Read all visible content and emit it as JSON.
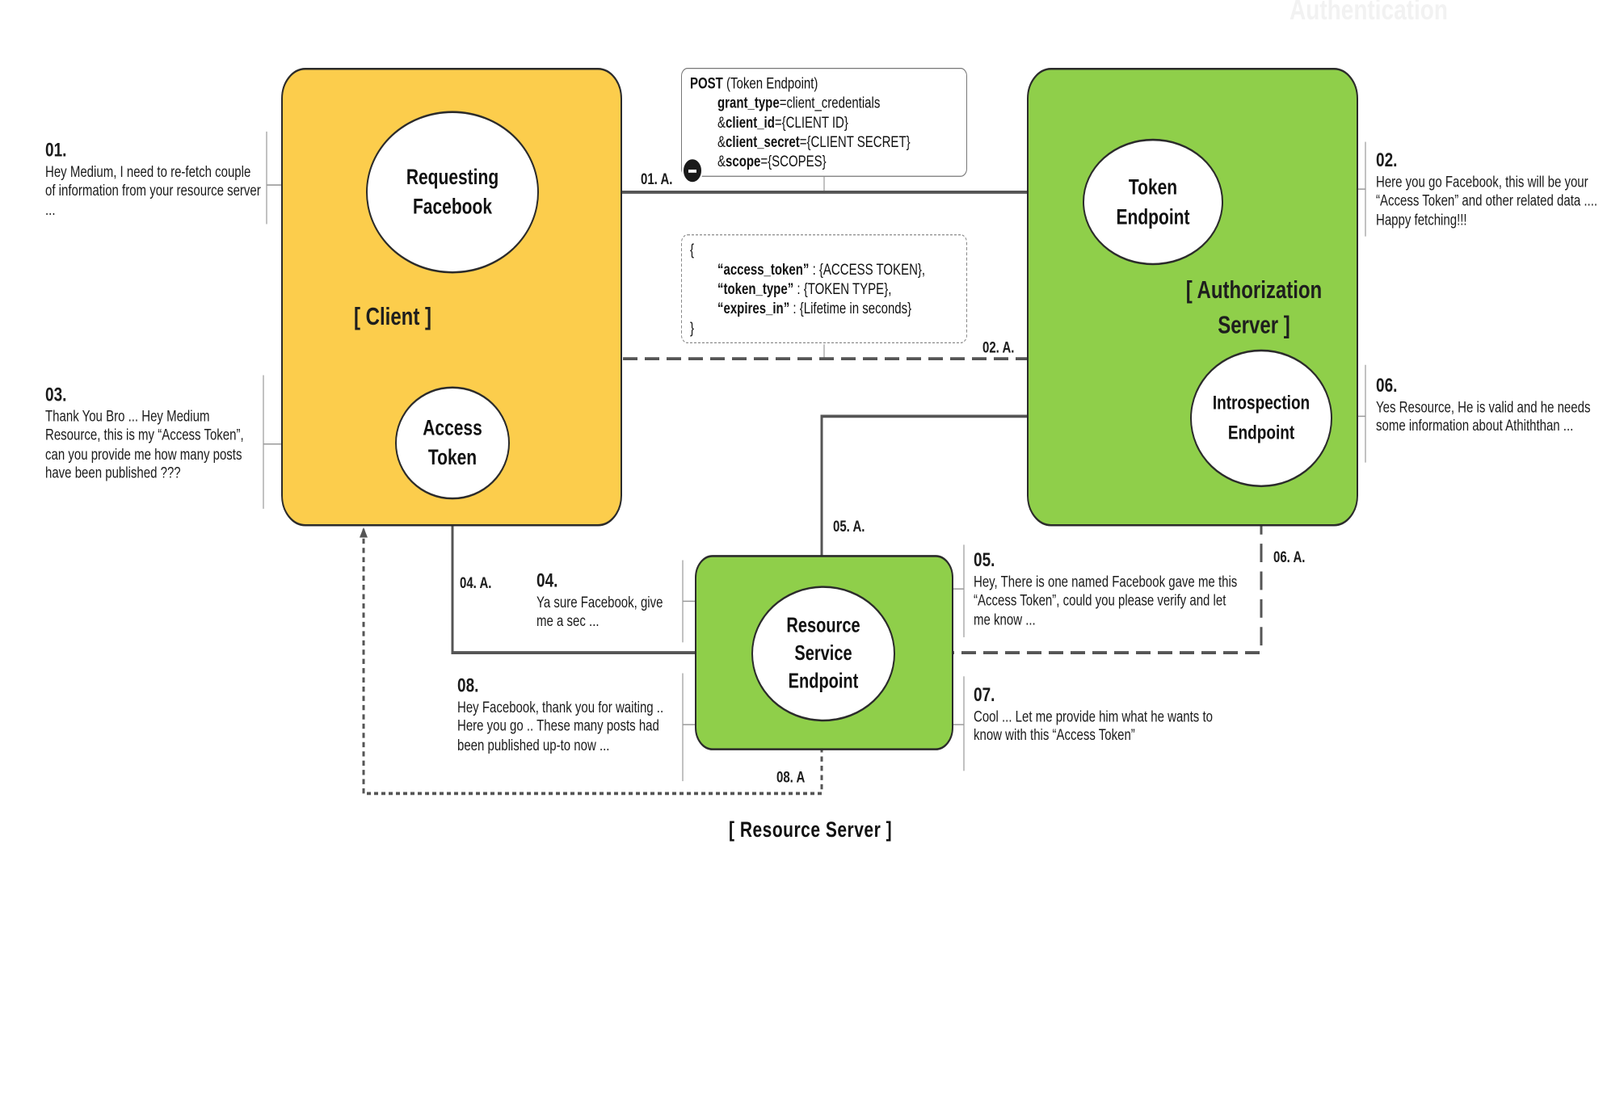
{
  "header": {
    "faded_title": "Authentication"
  },
  "client": {
    "label": "[ Client ]",
    "requesting_circle": [
      "Requesting",
      "Facebook"
    ],
    "access_token_circle": [
      "Access",
      "Token"
    ]
  },
  "auth_server": {
    "label_line1": "[ Authorization",
    "label_line2": "Server ]",
    "token_endpoint_circle": [
      "Token",
      "Endpoint"
    ],
    "introspection_circle": [
      "Introspection",
      "Endpoint"
    ]
  },
  "resource_server": {
    "label": "[ Resource Server ]",
    "endpoint_circle": [
      "Resource",
      "Service",
      "Endpoint"
    ]
  },
  "request_box": {
    "line1_bold": "POST",
    "line1_rest": " (Token Endpoint)",
    "line2_bold": "grant_type",
    "line2_rest": "=client_credentials",
    "line3_pre": "&",
    "line3_bold": "client_id",
    "line3_rest": "={CLIENT ID}",
    "line4_pre": "&",
    "line4_bold": "client_secret",
    "line4_rest": "={CLIENT SECRET}",
    "line5_pre": "&",
    "line5_bold": "scope",
    "line5_rest": "={SCOPES}"
  },
  "response_box": {
    "open": "{",
    "line1_bold": "“access_token”",
    "line1_rest": " : {ACCESS TOKEN},",
    "line2_bold": "“token_type”",
    "line2_rest": " : {TOKEN TYPE},",
    "line3_bold": "“expires_in”",
    "line3_rest": " : {Lifetime in seconds}",
    "close": "}"
  },
  "flows": {
    "f01": "01. A.",
    "f02": "02. A.",
    "f04": "04. A.",
    "f05": "05. A.",
    "f06": "06. A.",
    "f08": "08. A"
  },
  "notes": {
    "n01": {
      "num": "01.",
      "text": "Hey Medium, I need to re-fetch couple of information from your resource server ..."
    },
    "n02": {
      "num": "02.",
      "text": "Here you go Facebook, this will be your “Access Token” and other related data .... Happy fetching!!!"
    },
    "n03": {
      "num": "03.",
      "text": "Thank You Bro ... Hey Medium Resource, this is my “Access Token”, can you provide me how many posts have been published ???"
    },
    "n04": {
      "num": "04.",
      "text": "Ya sure Facebook, give me a sec ..."
    },
    "n05": {
      "num": "05.",
      "text": "Hey, There is one named Facebook gave me this “Access Token”, could you please verify and let me know ..."
    },
    "n06": {
      "num": "06.",
      "text": "Yes Resource, He is valid and he needs some information about Athiththan ..."
    },
    "n07": {
      "num": "07.",
      "text": "Cool ... Let me provide him what he wants to know with this “Access Token”"
    },
    "n08": {
      "num": "08.",
      "text": "Hey Facebook, thank you for waiting .. Here you go .. These many posts had been published up-to now ..."
    }
  },
  "colors": {
    "client": "#fccd4c",
    "server": "#8fcf4a",
    "line": "#555555"
  }
}
